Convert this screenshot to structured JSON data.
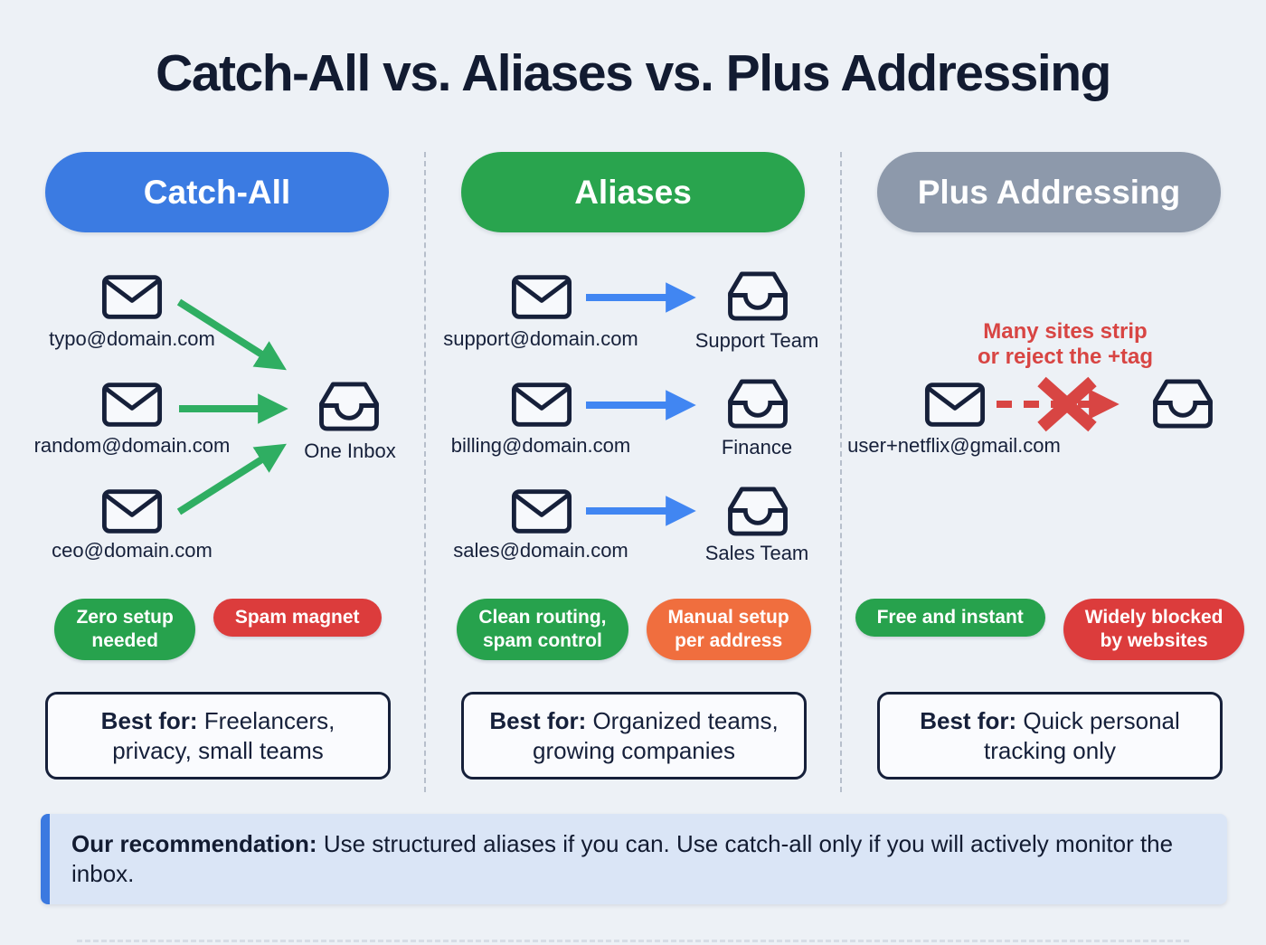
{
  "title": "Catch-All vs. Aliases vs. Plus Addressing",
  "columns": {
    "catch_all": {
      "header": "Catch-All",
      "senders": [
        "typo@domain.com",
        "random@domain.com",
        "ceo@domain.com"
      ],
      "inbox_label": "One Inbox",
      "pro_badge": {
        "line1": "Zero setup",
        "line2": "needed"
      },
      "con_badge": {
        "line1": "Spam magnet",
        "line2": ""
      },
      "best_for_label": "Best for:",
      "best_for_text": " Freelancers, privacy, small teams"
    },
    "aliases": {
      "header": "Aliases",
      "routes": [
        {
          "sender": "support@domain.com",
          "target": "Support Team"
        },
        {
          "sender": "billing@domain.com",
          "target": "Finance"
        },
        {
          "sender": "sales@domain.com",
          "target": "Sales Team"
        }
      ],
      "pro_badge": {
        "line1": "Clean routing,",
        "line2": "spam control"
      },
      "con_badge": {
        "line1": "Manual setup",
        "line2": "per address"
      },
      "best_for_label": "Best for:",
      "best_for_text": " Organized teams, growing companies"
    },
    "plus_addressing": {
      "header": "Plus Addressing",
      "warning": {
        "line1": "Many sites strip",
        "line2": "or reject the +tag"
      },
      "sender": "user+netflix@gmail.com",
      "pro_badge": {
        "line1": "Free and instant",
        "line2": ""
      },
      "con_badge": {
        "line1": "Widely blocked",
        "line2": "by websites"
      },
      "best_for_label": "Best for:",
      "best_for_text": " Quick personal tracking only"
    }
  },
  "recommendation": {
    "label": "Our recommendation:",
    "text": " Use structured aliases if you can. Use catch-all only if you will actively monitor the inbox."
  },
  "icons": {
    "envelope": "envelope-icon",
    "inbox": "inbox-tray-icon",
    "blocked": "x-mark-icon",
    "arrow": "arrow-icon"
  },
  "colors": {
    "page-bg": "#edf1f6",
    "ink": "#16203a",
    "title": "#121b31",
    "catchall-blue": "#3b7be2",
    "alias-green": "#29a44e",
    "plus-gray": "#8d99ab",
    "badge-green": "#27a24d",
    "badge-red": "#dc3c3c",
    "badge-orange": "#f06e3e",
    "arrow-green": "#2fae62",
    "arrow-blue": "#4186f2",
    "warn-red": "#d84543",
    "box-bg": "#fafbfe",
    "divider": "#b7bfcb",
    "reco-bg": "#dae5f6",
    "reco-bar": "#3b79e0"
  }
}
